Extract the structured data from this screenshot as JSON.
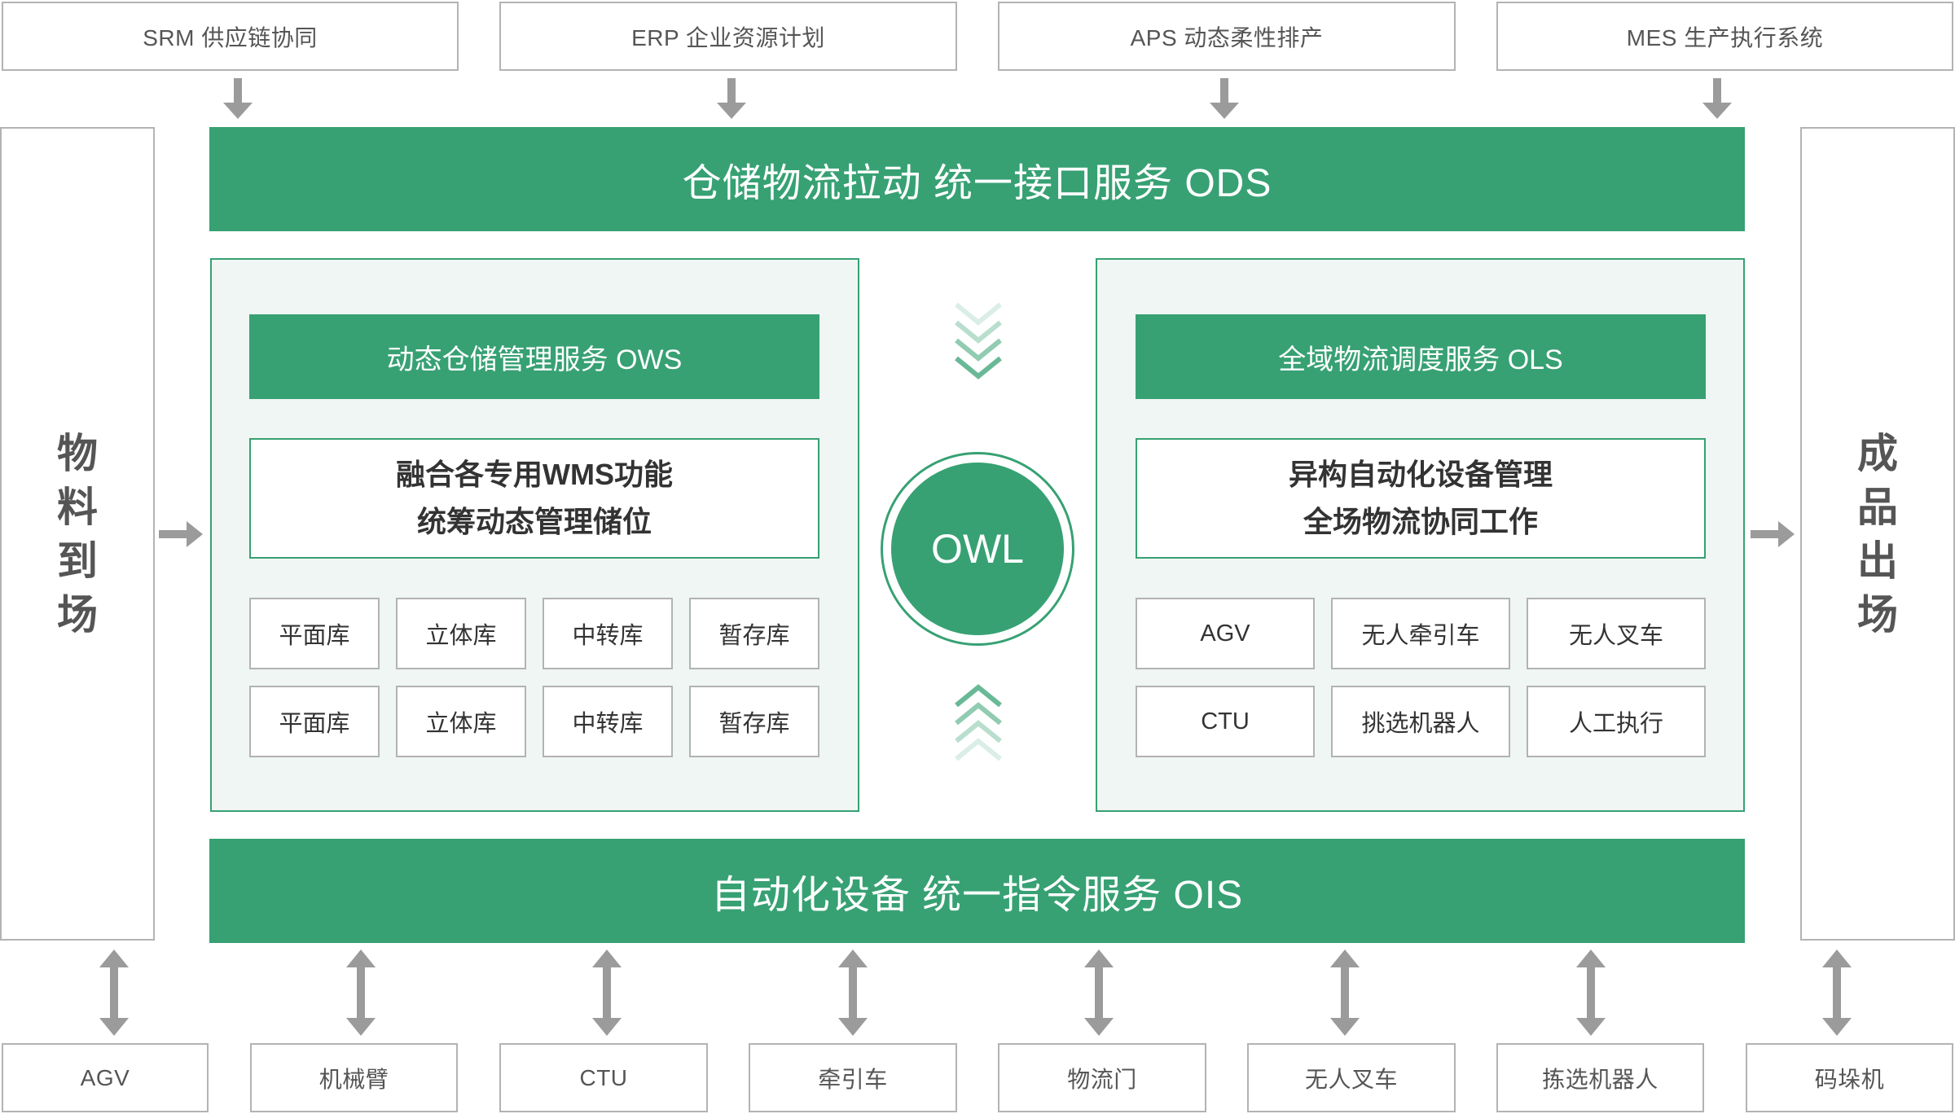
{
  "colors": {
    "green": "#37a173",
    "panel_bg": "#eff6f3",
    "grey_border": "#b3b3b3",
    "arrow_grey": "#9b9b9b"
  },
  "top_systems": [
    "SRM 供应链协同",
    "ERP 企业资源计划",
    "APS 动态柔性排产",
    "MES 生产执行系统"
  ],
  "ods_bar": "仓储物流拉动  统一接口服务 ODS",
  "left_side": [
    "物",
    "料",
    "到",
    "场"
  ],
  "right_side": [
    "成",
    "品",
    "出",
    "场"
  ],
  "ows": {
    "header": "动态仓储管理服务 OWS",
    "desc": [
      "融合各专用WMS功能",
      "统筹动态管理储位"
    ],
    "cells": [
      "平面库",
      "立体库",
      "中转库",
      "暂存库",
      "平面库",
      "立体库",
      "中转库",
      "暂存库"
    ]
  },
  "ols": {
    "header": "全域物流调度服务 OLS",
    "desc": [
      "异构自动化设备管理",
      "全场物流协同工作"
    ],
    "cells": [
      "AGV",
      "无人牵引车",
      "无人叉车",
      "CTU",
      "挑选机器人",
      "人工执行"
    ]
  },
  "center": {
    "label": "OWL"
  },
  "ois_bar": "自动化设备  统一指令服务 OIS",
  "bottom_devices": [
    "AGV",
    "机械臂",
    "CTU",
    "牵引车",
    "物流门",
    "无人叉车",
    "拣选机器人",
    "码垛机"
  ]
}
